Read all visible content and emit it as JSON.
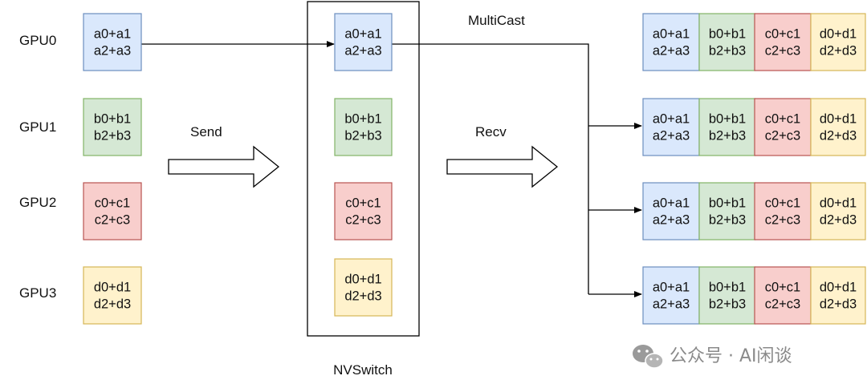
{
  "gpus": [
    {
      "label": "GPU0",
      "lines": [
        "a0+a1",
        "a2+a3"
      ],
      "color": "blue"
    },
    {
      "label": "GPU1",
      "lines": [
        "b0+b1",
        "b2+b3"
      ],
      "color": "green"
    },
    {
      "label": "GPU2",
      "lines": [
        "c0+c1",
        "c2+c3"
      ],
      "color": "red"
    },
    {
      "label": "GPU3",
      "lines": [
        "d0+d1",
        "d2+d3"
      ],
      "color": "yellow"
    }
  ],
  "send_label": "Send",
  "recv_label": "Recv",
  "multicast_label": "MultiCast",
  "switch_label": "NVSwitch",
  "switch_cells": [
    {
      "lines": [
        "a0+a1",
        "a2+a3"
      ],
      "color": "blue"
    },
    {
      "lines": [
        "b0+b1",
        "b2+b3"
      ],
      "color": "green"
    },
    {
      "lines": [
        "c0+c1",
        "c2+c3"
      ],
      "color": "red"
    },
    {
      "lines": [
        "d0+d1",
        "d2+d3"
      ],
      "color": "yellow"
    }
  ],
  "result_rows": [
    [
      {
        "lines": [
          "a0+a1",
          "a2+a3"
        ],
        "color": "blue"
      },
      {
        "lines": [
          "b0+b1",
          "b2+b3"
        ],
        "color": "green"
      },
      {
        "lines": [
          "c0+c1",
          "c2+c3"
        ],
        "color": "red"
      },
      {
        "lines": [
          "d0+d1",
          "d2+d3"
        ],
        "color": "yellow"
      }
    ],
    [
      {
        "lines": [
          "a0+a1",
          "a2+a3"
        ],
        "color": "blue"
      },
      {
        "lines": [
          "b0+b1",
          "b2+b3"
        ],
        "color": "green"
      },
      {
        "lines": [
          "c0+c1",
          "c2+c3"
        ],
        "color": "red"
      },
      {
        "lines": [
          "d0+d1",
          "d2+d3"
        ],
        "color": "yellow"
      }
    ],
    [
      {
        "lines": [
          "a0+a1",
          "a2+a3"
        ],
        "color": "blue"
      },
      {
        "lines": [
          "b0+b1",
          "b2+b3"
        ],
        "color": "green"
      },
      {
        "lines": [
          "c0+c1",
          "c2+c3"
        ],
        "color": "red"
      },
      {
        "lines": [
          "d0+d1",
          "d2+d3"
        ],
        "color": "yellow"
      }
    ],
    [
      {
        "lines": [
          "a0+a1",
          "a2+a3"
        ],
        "color": "blue"
      },
      {
        "lines": [
          "b0+b1",
          "b2+b3"
        ],
        "color": "green"
      },
      {
        "lines": [
          "c0+c1",
          "c2+c3"
        ],
        "color": "red"
      },
      {
        "lines": [
          "d0+d1",
          "d2+d3"
        ],
        "color": "yellow"
      }
    ]
  ],
  "palette": {
    "blue": {
      "fill": "#dae8fc",
      "stroke": "#6c8ebf"
    },
    "green": {
      "fill": "#d5e8d4",
      "stroke": "#82b366"
    },
    "red": {
      "fill": "#f8cecc",
      "stroke": "#b85450"
    },
    "yellow": {
      "fill": "#fff2cc",
      "stroke": "#d6b656"
    }
  },
  "watermark": {
    "icon": "wechat-icon",
    "text": "公众号 · AI闲谈"
  }
}
